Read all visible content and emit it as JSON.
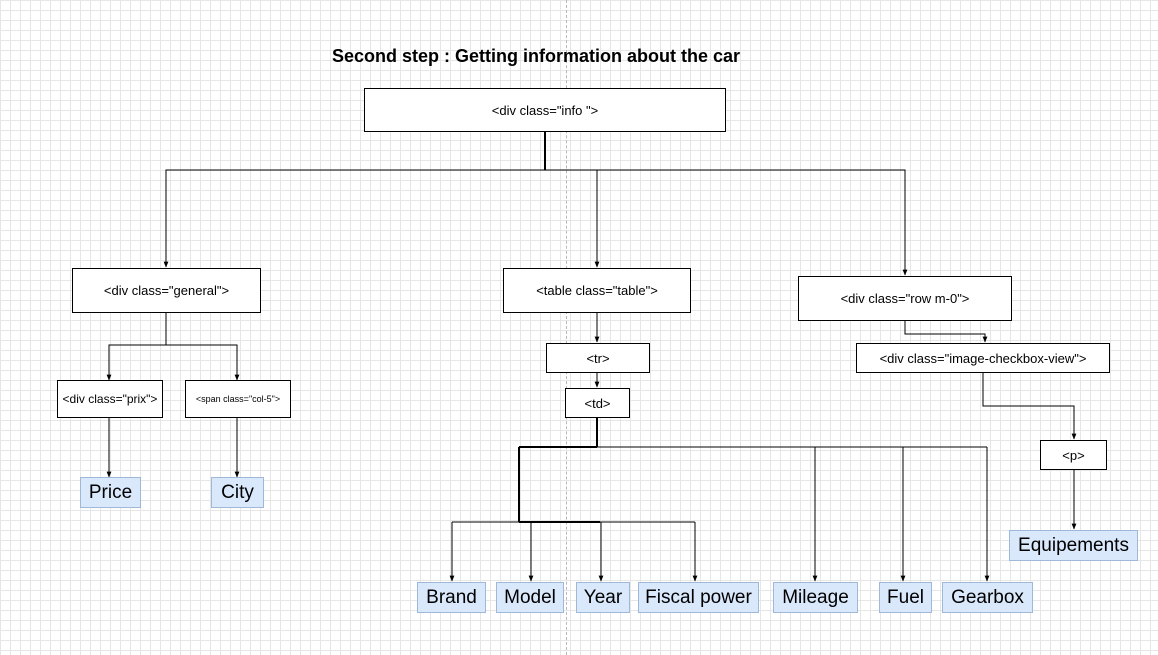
{
  "diagram": {
    "title": "Second step : Getting information about the car",
    "nodes": {
      "info": "<div class=\"info \">",
      "general": "<div class=\"general\">",
      "table": "<table class=\"table\">",
      "row": "<div class=\"row m-0\">",
      "prix": "<div class=\"prix\">",
      "col5": "<span class=\"col-5\">",
      "tr": "<tr>",
      "td": "<td>",
      "checkbox": "<div class=\"image-checkbox-view\">",
      "p": "<p>"
    },
    "leaves": {
      "price": "Price",
      "city": "City",
      "brand": "Brand",
      "model": "Model",
      "year": "Year",
      "fiscal_power": "Fiscal power",
      "mileage": "Mileage",
      "fuel": "Fuel",
      "gearbox": "Gearbox",
      "equipements": "Equipements"
    },
    "colors": {
      "leaf_fill": "#dae8fc",
      "leaf_border": "#9fb8d8",
      "node_border": "#000000",
      "connector": "#000000"
    }
  }
}
